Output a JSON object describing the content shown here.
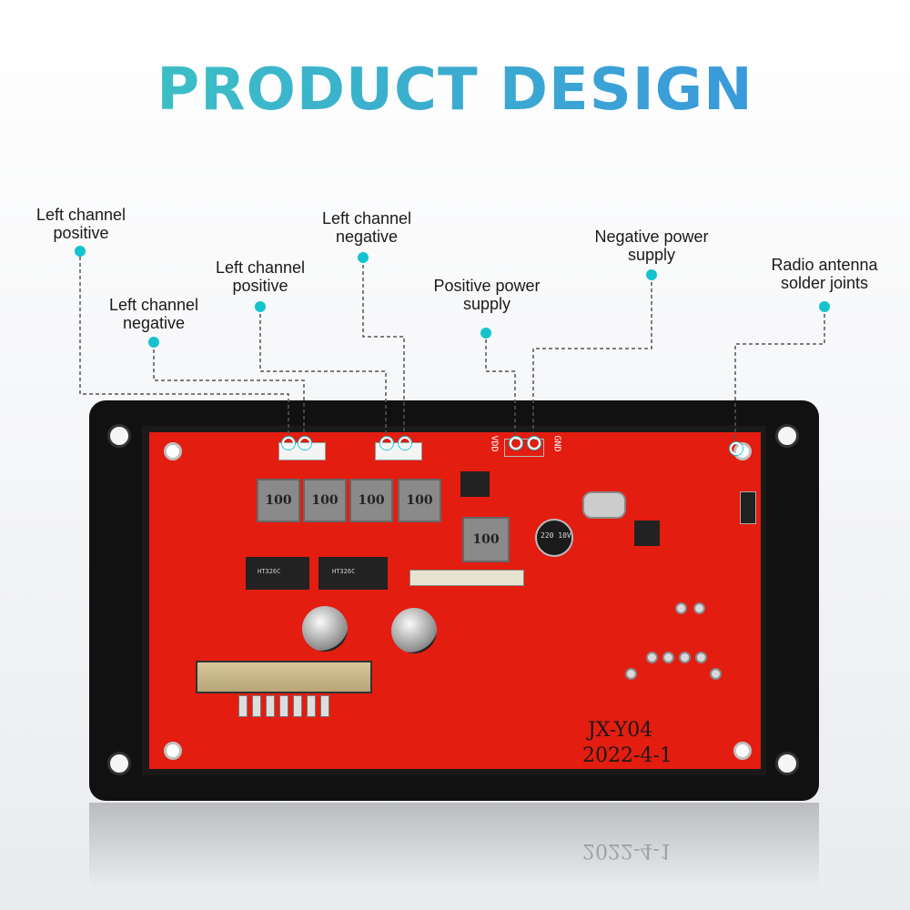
{
  "title": "PRODUCT DESIGN",
  "callouts": [
    {
      "id": "left-pos-1",
      "line1": "Left channel",
      "line2": "positive"
    },
    {
      "id": "left-neg-1",
      "line1": "Left channel",
      "line2": "negative"
    },
    {
      "id": "left-pos-2",
      "line1": "Left channel",
      "line2": "positive"
    },
    {
      "id": "left-neg-2",
      "line1": "Left channel",
      "line2": "negative"
    },
    {
      "id": "pos-power",
      "line1": "Positive power",
      "line2": "supply"
    },
    {
      "id": "neg-power",
      "line1": "Negative power",
      "line2": "supply"
    },
    {
      "id": "radio-ant",
      "line1": "Radio antenna",
      "line2": "solder joints"
    }
  ],
  "board": {
    "model": "JX-Y04",
    "date": "2022-4-1",
    "inductors": [
      "100",
      "100",
      "100",
      "100"
    ],
    "large_inductor": "100",
    "silk": {
      "vdd": "VDD",
      "gnd": "GND",
      "ic1": "HT326C",
      "ic2": "HT326C",
      "cap": "220 10V"
    }
  },
  "reflection_text": "2022-4-1",
  "colors": {
    "accent": "#15c3cf",
    "pcb": "#e31d10",
    "title_start": "#3cc8c0",
    "title_end": "#3a8fe0"
  }
}
